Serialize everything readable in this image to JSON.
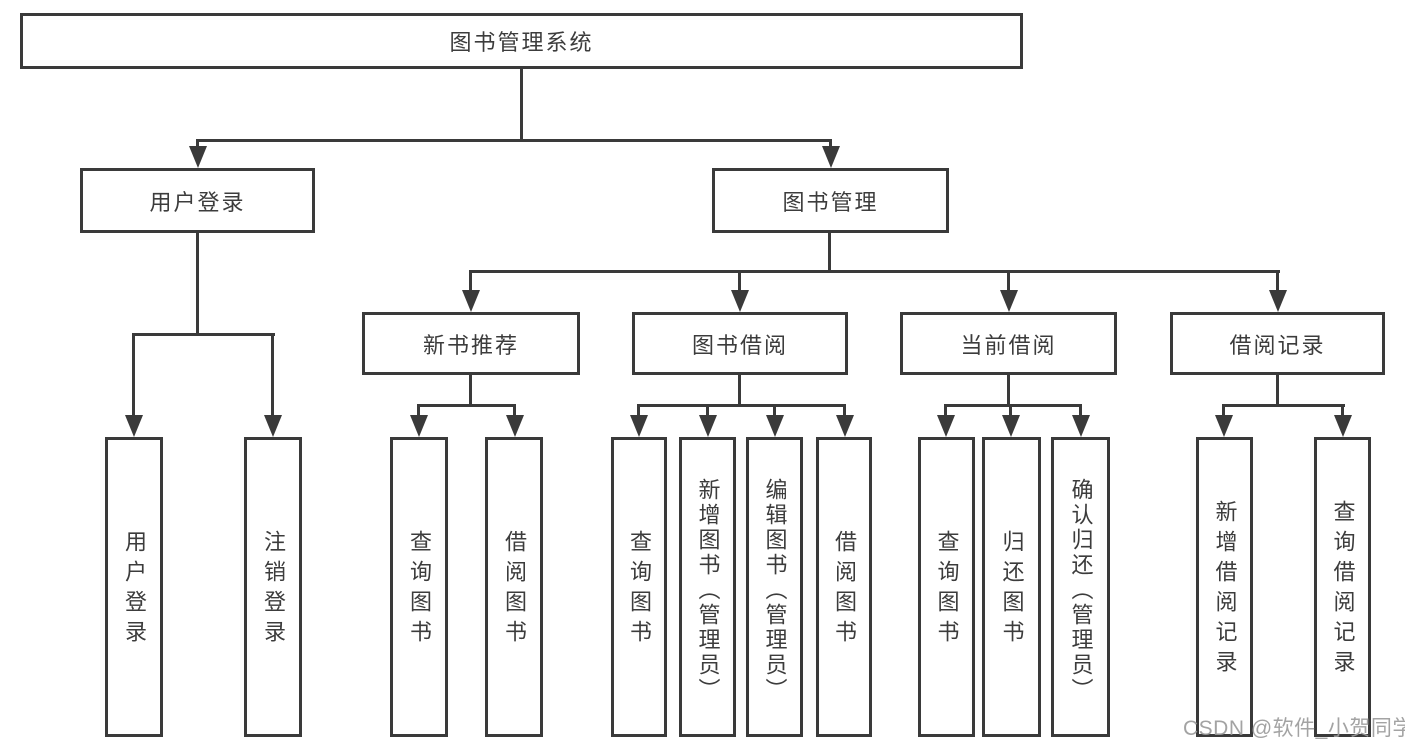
{
  "diagram_title": "图书管理系统",
  "tree": {
    "label": "图书管理系统",
    "children": [
      {
        "label": "用户登录",
        "children": [
          {
            "label": "用户登录"
          },
          {
            "label": "注销登录"
          }
        ]
      },
      {
        "label": "图书管理",
        "children": [
          {
            "label": "新书推荐",
            "children": [
              {
                "label": "查询图书"
              },
              {
                "label": "借阅图书"
              }
            ]
          },
          {
            "label": "图书借阅",
            "children": [
              {
                "label": "查询图书"
              },
              {
                "label": "新增图书（管理员）"
              },
              {
                "label": "编辑图书（管理员）"
              },
              {
                "label": "借阅图书"
              }
            ]
          },
          {
            "label": "当前借阅",
            "children": [
              {
                "label": "查询图书"
              },
              {
                "label": "归还图书"
              },
              {
                "label": "确认归还（管理员）"
              }
            ]
          },
          {
            "label": "借阅记录",
            "children": [
              {
                "label": "新增借阅记录"
              },
              {
                "label": "查询借阅记录"
              }
            ]
          }
        ]
      }
    ]
  },
  "watermark": {
    "text": "CSDN @软件_小贺同学"
  },
  "colors": {
    "line": "#3a3a3a",
    "text": "#3c3c3c",
    "watermark": "#9b9b9b",
    "background": "#ffffff"
  }
}
